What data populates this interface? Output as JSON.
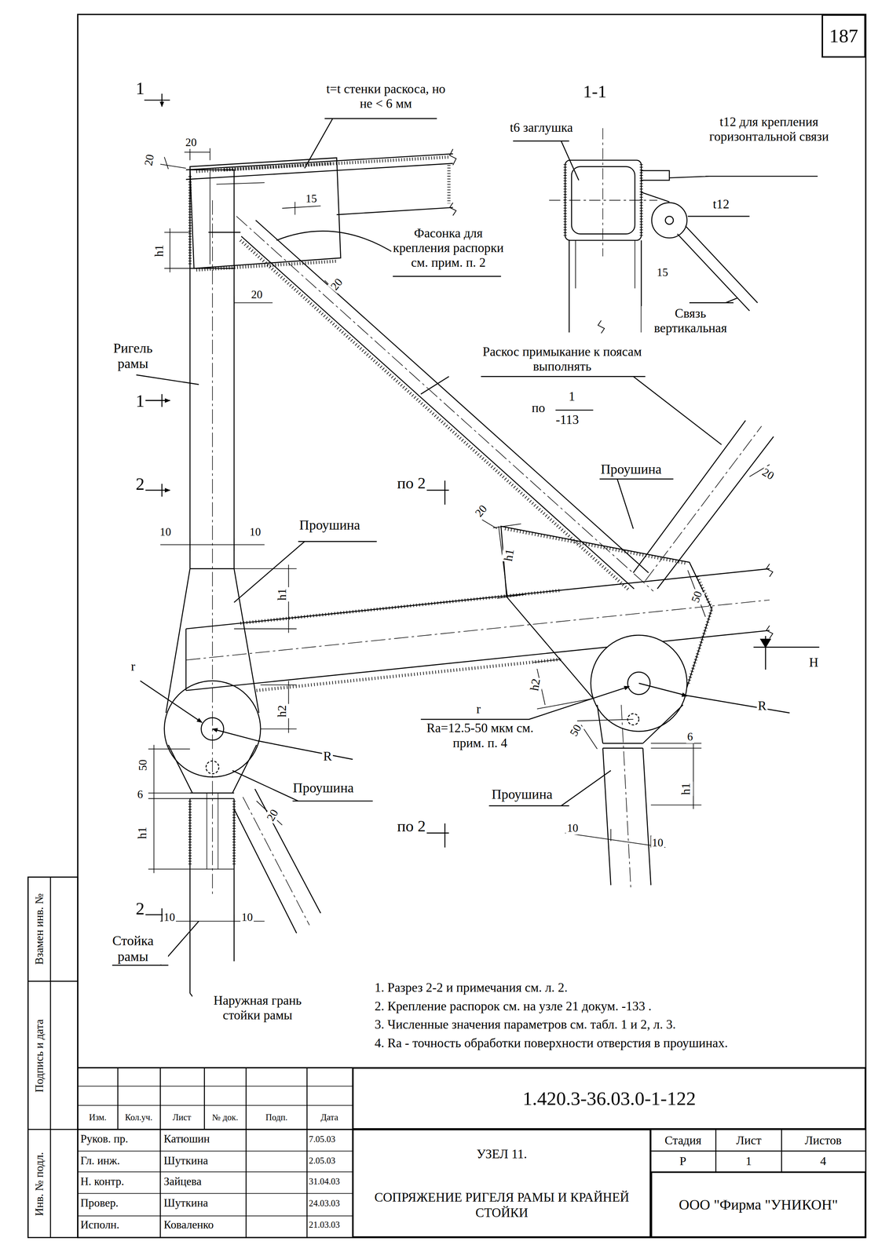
{
  "diagram": {
    "nodes": [
      {
        "text": [
          "187"
        ]
      },
      {
        "text": [
          "1.420.3-36.03.0-1-122"
        ]
      },
      {
        "text": [
          "УЗЕЛ 11.",
          "СОПРЯЖЕНИЕ РИГЕЛЯ РАМЫ И КРАЙНЕЙ СТОЙКИ"
        ]
      },
      {
        "text": [
          "ООО \"Фирма \"УНИКОН\""
        ]
      }
    ],
    "labels": [
      "1",
      "20",
      "20",
      "t=t стенки раскоса, но не < 6 мм",
      "15",
      "h1",
      "20",
      "Фасонка для крепления распорки см. прим. п. 2",
      "20",
      "Ригель рамы",
      "1-1",
      "t6 заглушка",
      "t12 для крепления горизонтальной связи",
      "t12",
      "15",
      "Связь вертикальная",
      "Раскос примыкание к поясам выполнять",
      "по",
      "1",
      "-113",
      "1",
      "2",
      "по 2",
      "Проушина",
      "10",
      "10",
      "Проушина",
      "h1",
      "20",
      "h1",
      "50",
      "20",
      "H",
      "r",
      "h2",
      "h2",
      "r",
      "Ra=12.5-50 мкм см. прим. п. 4",
      "R",
      "R",
      "50",
      "6",
      "h1",
      "Проушина",
      "20",
      "50",
      "6",
      "h1",
      "Проушина",
      "10",
      "10",
      "по 2",
      "2",
      "10",
      "10",
      "Стойка рамы",
      "Наружная грань стойки рамы",
      "1. Разрез 2-2 и примечания см. л. 2.",
      "2. Крепление распорок см. на узле 21 докум. -133 .",
      "3. Численные значения параметров см. табл. 1 и 2, л. 3.",
      "4. Ra - точность обработки поверхности отверстия в проушинах.",
      "Взамен инв. №",
      "Подпись и дата",
      "Инв. № подл.",
      "Изм.",
      "Кол.уч.",
      "Лист",
      "№ док.",
      "Подп.",
      "Дата",
      "Руков. пр.",
      "Катюшин",
      "7.05.03",
      "Гл. инж.",
      "Шуткина",
      "2.05.03",
      "Н. контр.",
      "Зайцева",
      "31.04.03",
      "Провер.",
      "Шуткина",
      "24.03.03",
      "Исполн.",
      "Коваленко",
      "21.03.03",
      "Стадия",
      "Лист",
      "Листов",
      "Р",
      "1",
      "4"
    ]
  }
}
